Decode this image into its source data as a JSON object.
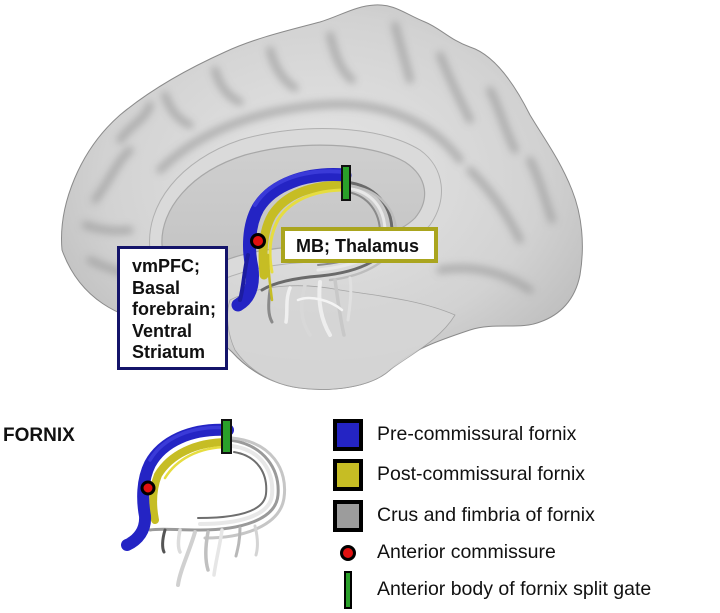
{
  "colors": {
    "pre_commissural": "#2424c4",
    "post_commissural": "#c6bd24",
    "crus_fimbria": "#9c9c9c",
    "anterior_commissure": "#e01010",
    "split_gate": "#2aa02a",
    "vmpfc_box_border": "#14146a",
    "mb_box_border": "#aaa51e"
  },
  "brain_labels": {
    "vmpfc": [
      "vmPFC;",
      "Basal",
      "forebrain;",
      "Ventral",
      "Striatum"
    ],
    "mb_thalamus": "MB; Thalamus"
  },
  "fornix_title": "FORNIX",
  "legend": [
    {
      "type": "swatch",
      "color_key": "pre_commissural",
      "label": "Pre-commissural fornix"
    },
    {
      "type": "swatch",
      "color_key": "post_commissural",
      "label": "Post-commissural fornix"
    },
    {
      "type": "swatch",
      "color_key": "crus_fimbria",
      "label": "Crus and fimbria of fornix"
    },
    {
      "type": "dot",
      "color_key": "anterior_commissure",
      "label": "Anterior commissure"
    },
    {
      "type": "bar",
      "color_key": "split_gate",
      "label": "Anterior body of fornix split gate"
    }
  ]
}
